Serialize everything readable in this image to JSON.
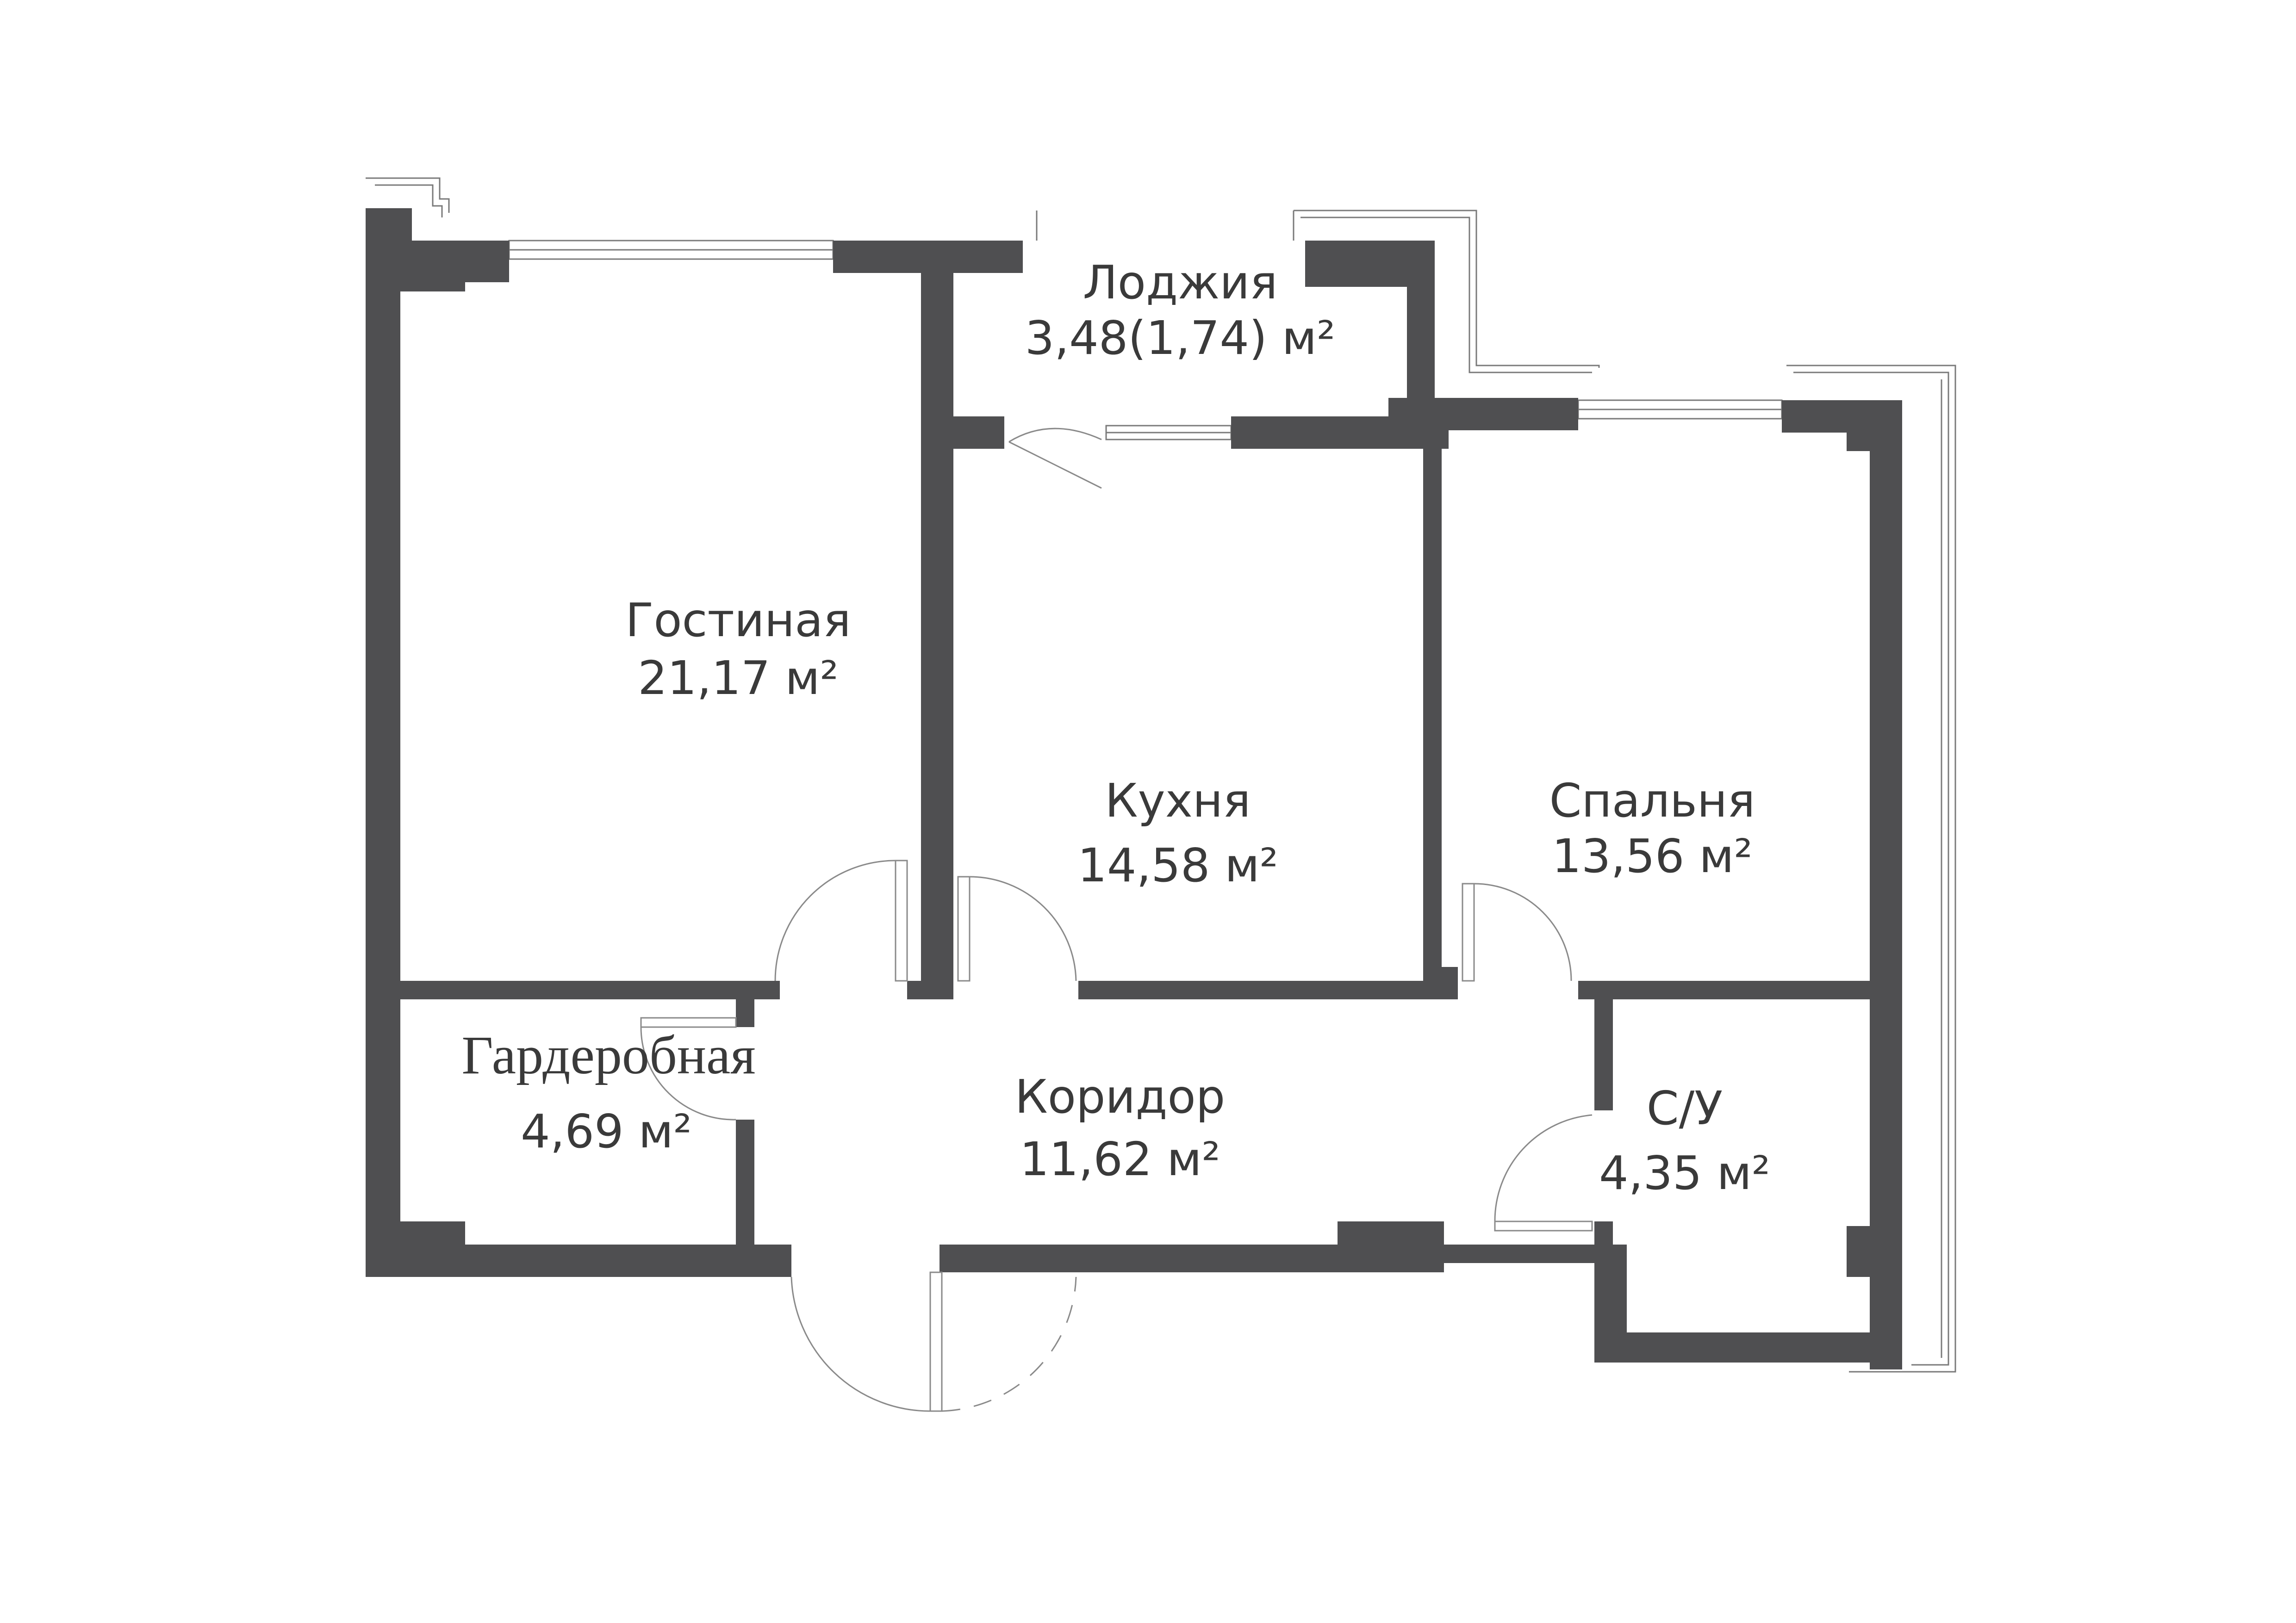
{
  "plan": {
    "wall_color": "#4f4f51",
    "rooms": {
      "loggia": {
        "name": "Лоджия",
        "area": "3,48(1,74) м²"
      },
      "living": {
        "name": "Гостиная",
        "area": "21,17 м²"
      },
      "kitchen": {
        "name": "Кухня",
        "area": "14,58 м²"
      },
      "bedroom": {
        "name": "Спальня",
        "area": "13,56 м²"
      },
      "wardrobe": {
        "name": "Гардеробная",
        "area": "4,69 м²"
      },
      "corridor": {
        "name": "Коридор",
        "area": "11,62 м²"
      },
      "bathroom": {
        "name": "С/У",
        "area": "4,35 м²"
      }
    }
  }
}
